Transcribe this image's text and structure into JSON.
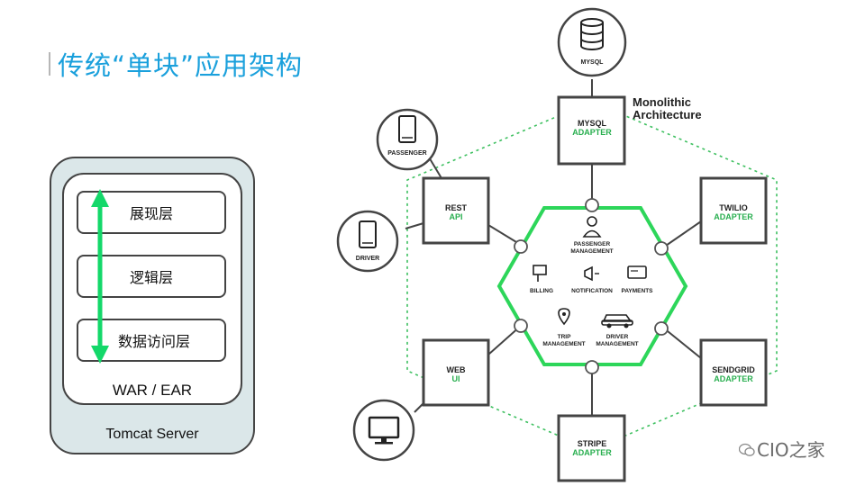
{
  "title": "传统“单块”应用架构",
  "left_stack": {
    "server_label": "Tomcat Server",
    "archive_label": "WAR / EAR",
    "layers": [
      "展现层",
      "逻辑层",
      "数据访问层"
    ]
  },
  "right_diagram": {
    "heading": [
      "Monolithic",
      "Architecture"
    ],
    "external_devices": {
      "mysql": "MYSQL",
      "passenger": "PASSENGER",
      "driver": "DRIVER"
    },
    "adapters": {
      "mysql": [
        "MYSQL",
        "ADAPTER"
      ],
      "rest": [
        "REST",
        "API"
      ],
      "twilio": [
        "TWILIO",
        "ADAPTER"
      ],
      "web": [
        "WEB",
        "UI"
      ],
      "sendgrid": [
        "SENDGRID",
        "ADAPTER"
      ],
      "stripe": [
        "STRIPE",
        "ADAPTER"
      ]
    },
    "core_modules": {
      "passenger_management": [
        "PASSENGER",
        "MANAGEMENT"
      ],
      "billing": [
        "BILLING"
      ],
      "notification": [
        "NOTIFICATION"
      ],
      "payments": [
        "PAYMENTS"
      ],
      "trip_management": [
        "TRIP",
        "MANAGEMENT"
      ],
      "driver_management": [
        "DRIVER",
        "MANAGEMENT"
      ]
    }
  },
  "watermark": "CIO之家",
  "colors": {
    "accent_green": "#27ae4e",
    "core_green": "#2dd65a",
    "title_blue": "#1aa0dc",
    "arrow_green": "#14d86a"
  }
}
